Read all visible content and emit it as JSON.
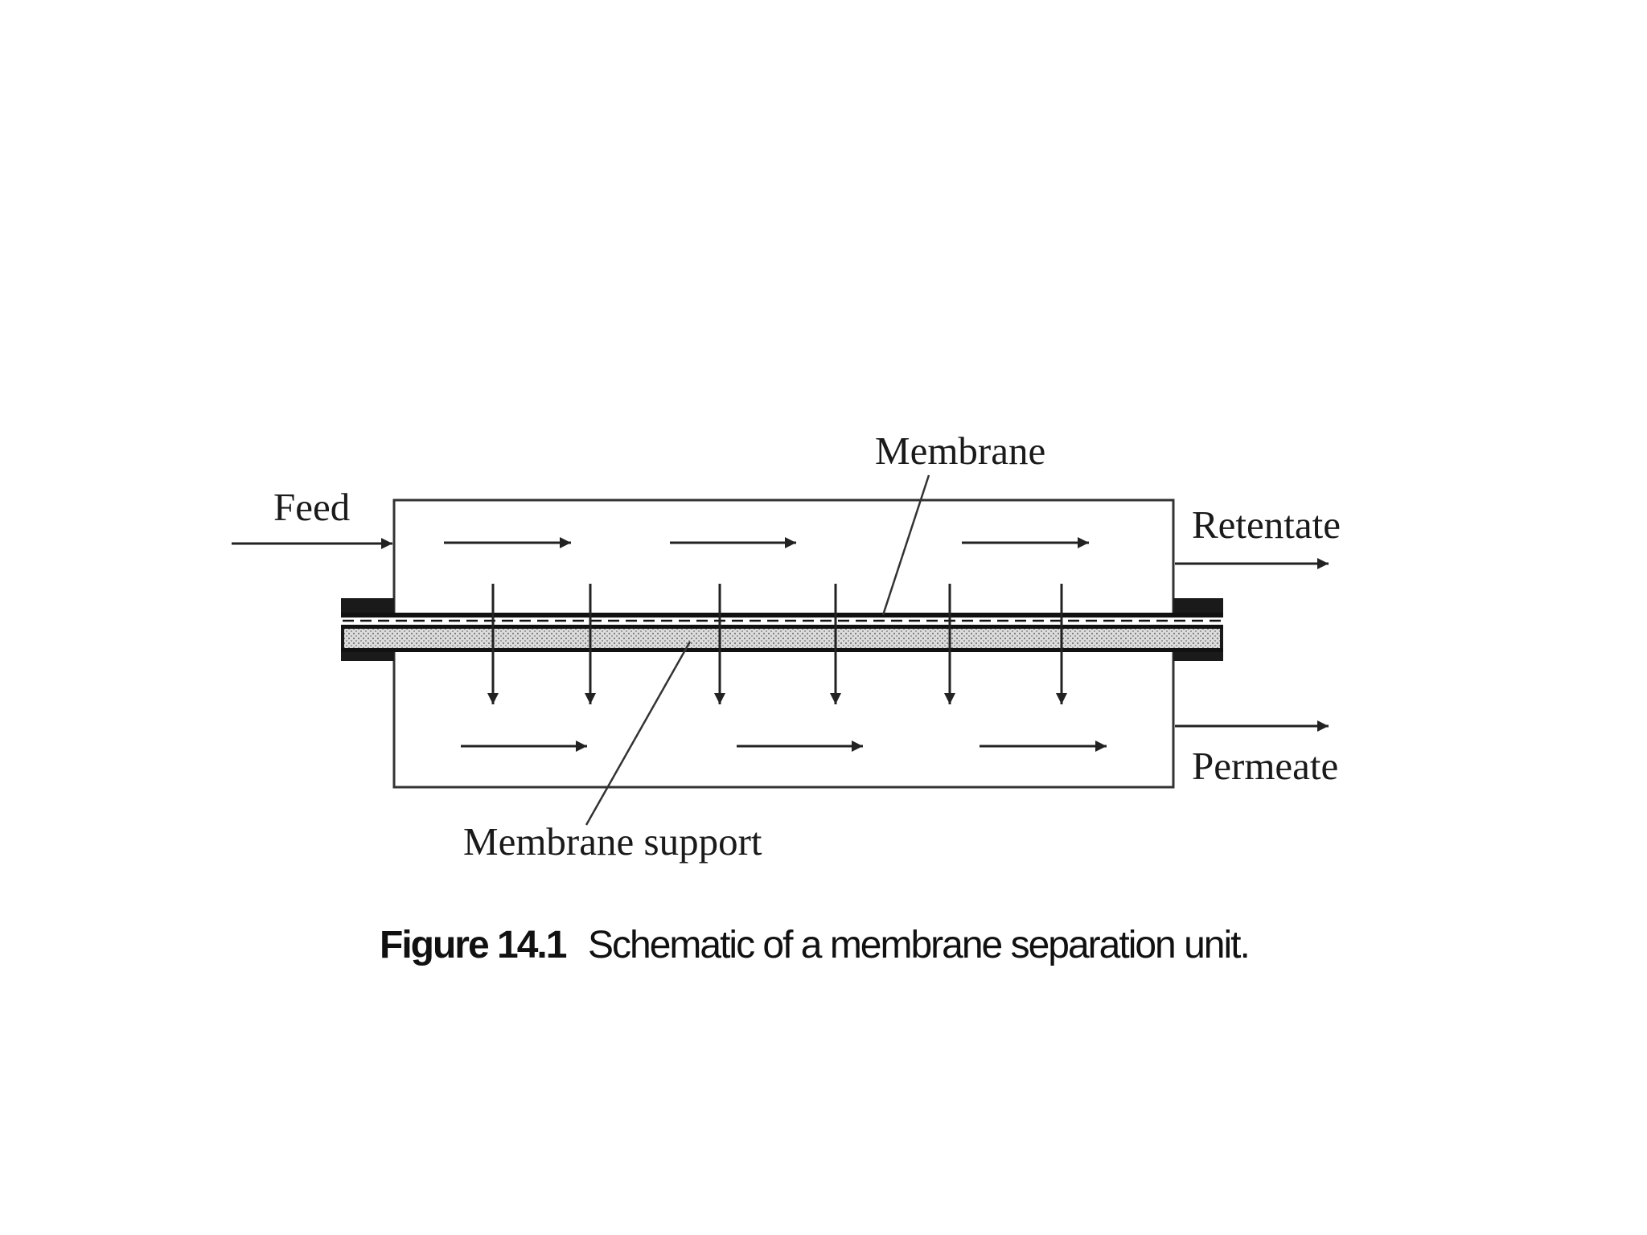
{
  "diagram": {
    "labels": {
      "feed": "Feed",
      "membrane": "Membrane",
      "retentate": "Retentate",
      "permeate": "Permeate",
      "membrane_support": "Membrane support"
    }
  },
  "caption": {
    "number": "Figure 14.1",
    "text": "Schematic of a membrane separation unit."
  }
}
